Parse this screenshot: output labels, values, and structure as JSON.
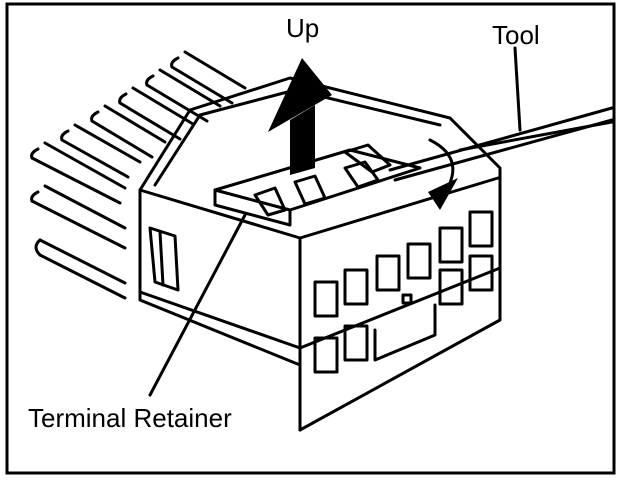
{
  "labels": {
    "up": "Up",
    "tool": "Tool",
    "terminal_retainer": "Terminal Retainer"
  }
}
